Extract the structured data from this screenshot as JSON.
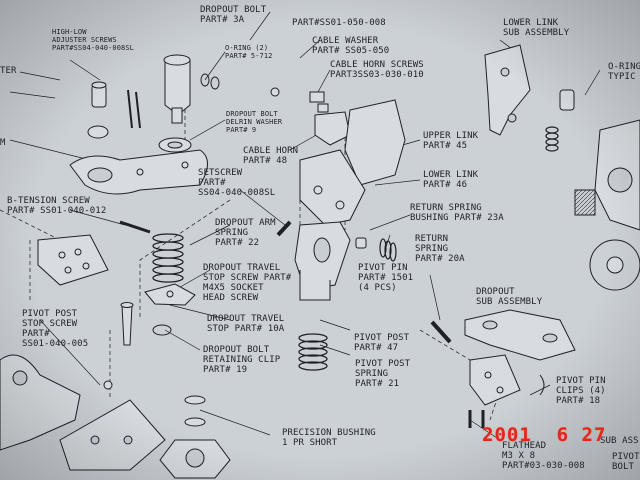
{
  "colors": {
    "paper": "#c9ced3",
    "ink": "#1d1f24",
    "stamp": "#e0281c"
  },
  "labels": {
    "top_part_3a": "DROPOUT BOLT\nPART# 3A",
    "part_ss01_050_008": "PART#SS01-050-008",
    "cable_washer": "CABLE WASHER\nPART# SS05-050",
    "cable_horn_screws": "CABLE HORN SCREWS\nPART3SS03-030-010",
    "lower_link_sub": "LOWER LINK\nSUB ASSEMBLY",
    "high_low_screws": "HIGH-LOW\nADJUSTER SCREWS\nPART#SS04-040-008SL",
    "o_ring": "O-RING (2)\nPART# 5-712",
    "o_ring_right": "O-RING\nTYPIC",
    "ter": "TER",
    "dropout_bolt_washer": "DROPOUT BOLT\nDELRIN WASHER\nPART# 9",
    "cable_horn": "CABLE HORN\nPART# 48",
    "upper_link": "UPPER LINK\nPART# 45",
    "arm_m": "M",
    "setscrew": "SETSCREW\nPART#\nSS04-040-008SL",
    "lower_link": "LOWER LINK\nPART# 46",
    "b_tension": "B-TENSION SCREW\nPART# SS01-040-012",
    "return_spring_bushing": "RETURN SPRING\nBUSHING PART# 23A",
    "dropout_arm_spring": "DROPOUT ARM\nSPRING\nPART# 22",
    "return_spring": "RETURN\nSPRING\nPART# 20A",
    "travel_stop_screw": "DROPOUT TRAVEL\nSTOP SCREW PART#\nM4X5 SOCKET\nHEAD SCREW",
    "pivot_pin": "PIVOT PIN\nPART# 1501\n(4 PCS)",
    "dropout_sub": "DROPOUT\nSUB ASSEMBLY",
    "travel_stop_10a": "DROPOUT TRAVEL\nSTOP PART# 10A",
    "pivot_post_stop": "PIVOT POST\nSTOP SCREW\nPART#\nSS01-040-005",
    "pivot_post": "PIVOT POST\nPART# 47",
    "retaining_clip": "DROPOUT BOLT\nRETAINING CLIP\nPART# 19",
    "pivot_post_spring": "PIVOT POST\nSPRING\nPART# 21",
    "pivot_pin_clips": "PIVOT PIN\nCLIPS (4)\nPART# 18",
    "precision_bushing": "PRECISION BUSHING\n1 PR SHORT",
    "flathead": "FLATHEAD\nM3 X 8\nPART#03-030-008",
    "sub_ass": "SUB ASS",
    "pivot_bolt": "PIVOT\nBOLT"
  },
  "date_stamp": "2001  6 27"
}
